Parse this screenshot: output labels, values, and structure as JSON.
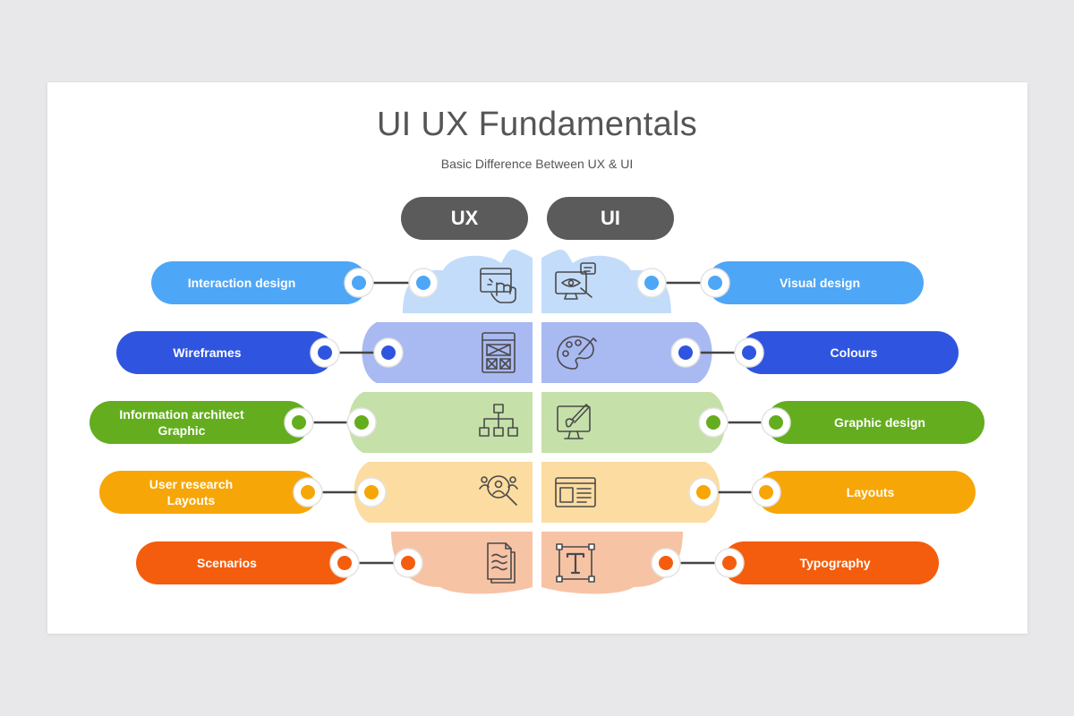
{
  "title": "UI UX Fundamentals",
  "subtitle": "Basic Difference Between UX & UI",
  "headers": {
    "ux": "UX",
    "ui": "UI"
  },
  "rows": [
    {
      "band_color": "#c3dcfa",
      "accent": "#4ea6f6",
      "ux_label": "Interaction design",
      "ux_icon": "touch-screen-icon",
      "ui_label": "Visual design",
      "ui_icon": "monitor-eye-icon"
    },
    {
      "band_color": "#a9b9f1",
      "accent": "#2f55e0",
      "ux_label": "Wireframes",
      "ux_icon": "wireframe-icon",
      "ui_label": "Colours",
      "ui_icon": "palette-icon"
    },
    {
      "band_color": "#c5e0a9",
      "accent": "#64ad1f",
      "ux_label": "Information architect\nGraphic",
      "ux_icon": "sitemap-icon",
      "ui_label": "Graphic design",
      "ui_icon": "design-monitor-icon"
    },
    {
      "band_color": "#fcdca0",
      "accent": "#f7a608",
      "ux_label": "User research\nLayouts",
      "ux_icon": "user-research-icon",
      "ui_label": "Layouts",
      "ui_icon": "layout-icon"
    },
    {
      "band_color": "#f7c3a5",
      "accent": "#f45d0d",
      "ux_label": "Scenarios",
      "ux_icon": "documents-icon",
      "ui_label": "Typography",
      "ui_icon": "typography-icon"
    }
  ]
}
